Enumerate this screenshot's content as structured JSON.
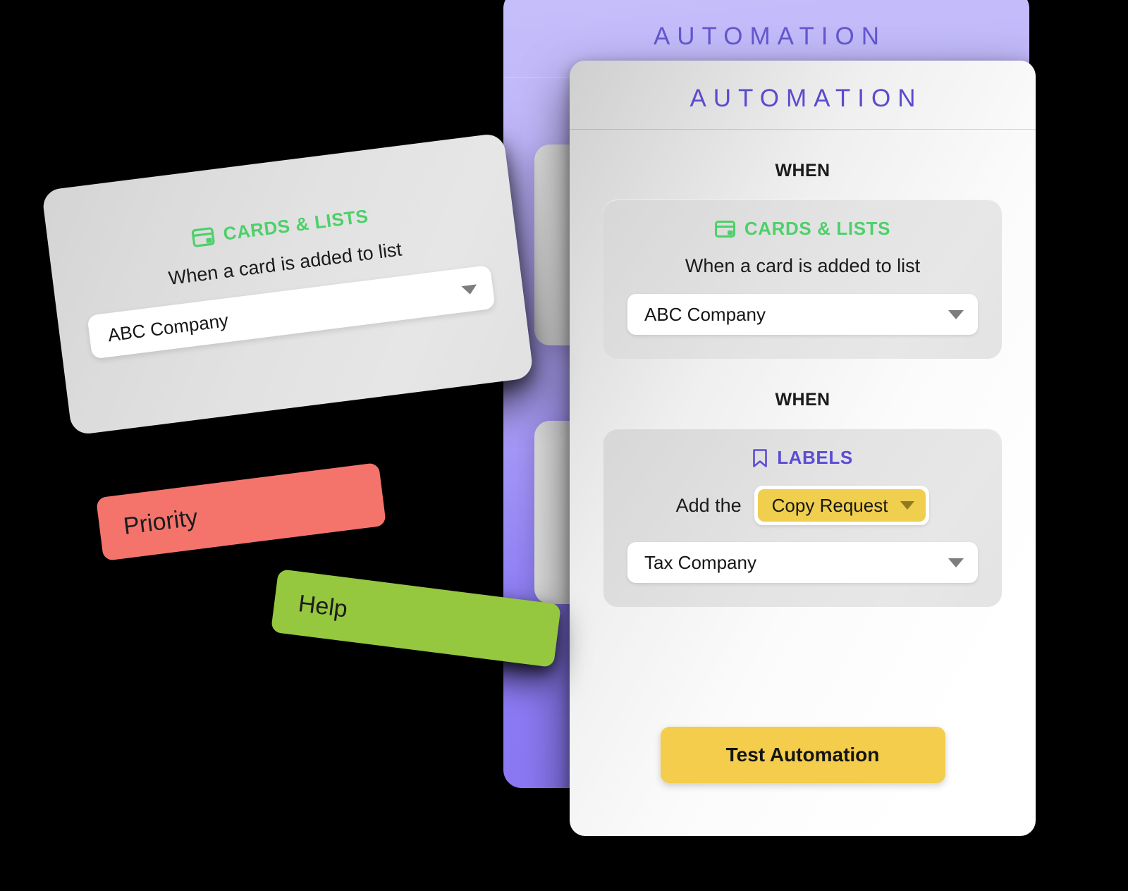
{
  "colors": {
    "purple_panel_bg_top": "#c6bffa",
    "purple_panel_bg_bottom": "#8a78f4",
    "title_purple": "#5a4bcf",
    "back_title_purple": "#6657cf",
    "category_green": "#4dd06a",
    "category_purple": "#5b4cd4",
    "label_chip_yellow": "#f0ce4e",
    "button_yellow": "#f3cd4b",
    "label_priority_red": "#f4746c",
    "label_help_green": "#95c73f",
    "canvas_black": "#000000"
  },
  "back_panel": {
    "title": "AUTOMATION"
  },
  "automation_panel": {
    "title": "AUTOMATION",
    "sections": [
      {
        "when_label": "WHEN",
        "category_icon": "cards-and-lists-icon",
        "category_label": "CARDS & LISTS",
        "sentence": "When a card is added to list",
        "select": {
          "value": "ABC Company",
          "caret_icon": "chevron-down-icon"
        }
      },
      {
        "when_label": "WHEN",
        "category_icon": "bookmark-icon",
        "category_label": "LABELS",
        "action_prefix": "Add the",
        "label_chip": {
          "value": "Copy Request",
          "caret_icon": "chevron-down-icon"
        },
        "select": {
          "value": "Tax Company",
          "caret_icon": "chevron-down-icon"
        }
      }
    ],
    "test_button_label": "Test Automation"
  },
  "floating_trigger_card": {
    "category_icon": "cards-and-lists-icon",
    "category_label": "CARDS & LISTS",
    "sentence": "When a card is added to list",
    "select": {
      "value": "ABC Company",
      "caret_icon": "chevron-down-icon"
    }
  },
  "floating_labels": [
    {
      "text": "Priority"
    },
    {
      "text": "Help"
    }
  ]
}
